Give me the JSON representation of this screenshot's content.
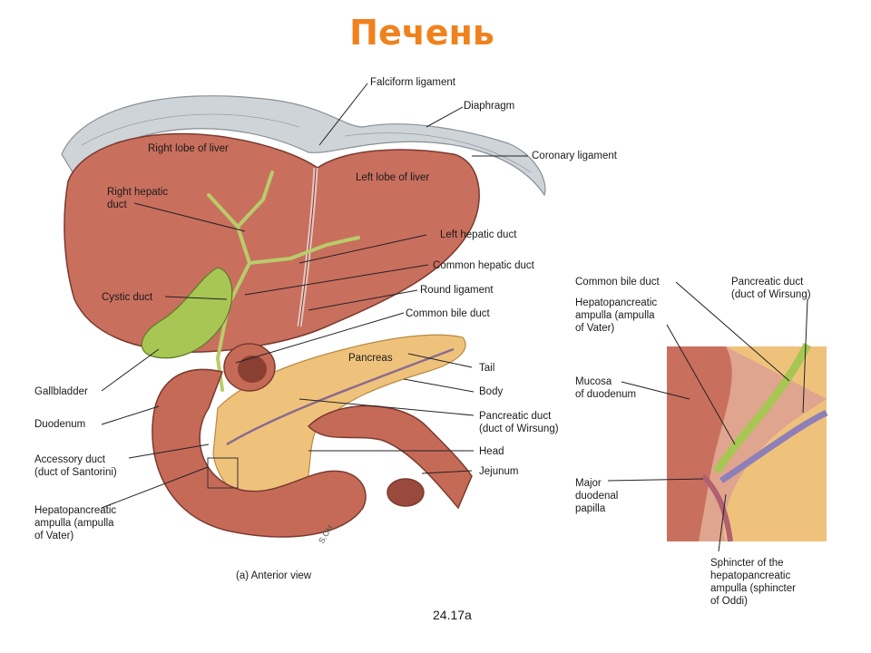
{
  "title": "Печень",
  "colors": {
    "title": "#f0821e",
    "liver": "#c96f5e",
    "gallbladder": "#a7c653",
    "pancreas": "#efc27c",
    "duodenum": "#c66a58",
    "diaphragm": "#c9ced3"
  },
  "labels": {
    "falciform": "Falciform ligament",
    "diaphragm": "Diaphragm",
    "coronary": "Coronary ligament",
    "right_lobe": "Right lobe of liver",
    "left_lobe": "Left lobe of liver",
    "right_hepatic_duct": "Right hepatic\nduct",
    "left_hepatic_duct": "Left hepatic duct",
    "common_hepatic_duct": "Common hepatic duct",
    "cystic_duct": "Cystic duct",
    "round_ligament": "Round ligament",
    "common_bile_duct": "Common bile duct",
    "pancreas": "Pancreas",
    "tail": "Tail",
    "body": "Body",
    "pancreatic_duct": "Pancreatic duct\n(duct of Wirsung)",
    "head": "Head",
    "jejunum": "Jejunum",
    "gallbladder": "Gallbladder",
    "duodenum": "Duodenum",
    "accessory_duct": "Accessory duct\n(duct of Santorini)",
    "ampulla": "Hepatopancreatic\nampulla (ampulla\nof Vater)"
  },
  "inset_labels": {
    "common_bile_duct": "Common bile duct",
    "pancreatic_duct": "Pancreatic duct\n(duct of Wirsung)",
    "ampulla": "Hepatopancreatic\nampulla (ampulla\nof Vater)",
    "mucosa": "Mucosa\nof duodenum",
    "papilla": "Major\nduodenal\npapilla",
    "sphincter": "Sphincter of the\nhepatopancreatic\nampulla (sphincter\nof Oddi)"
  },
  "caption": "(a) Anterior view",
  "figure_number": "24.17a",
  "signature": "S.OH"
}
